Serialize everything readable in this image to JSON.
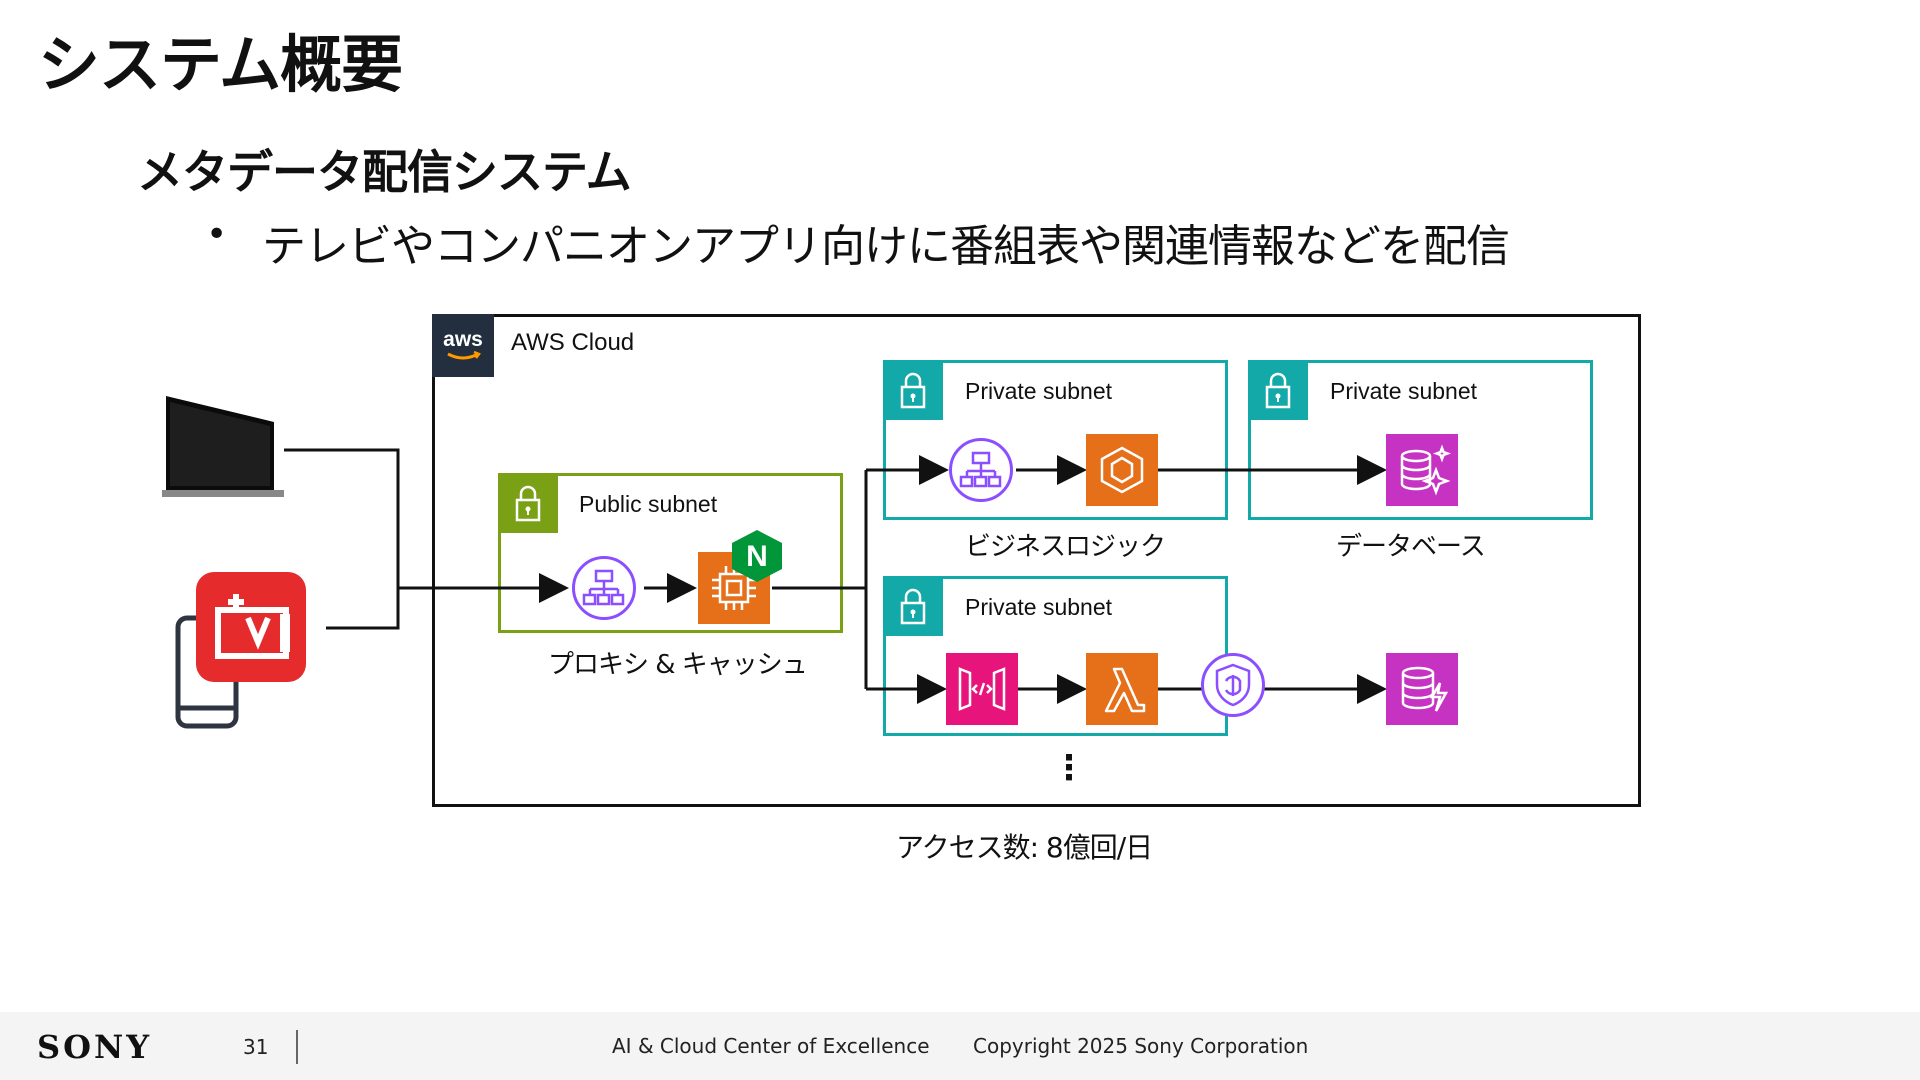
{
  "page": {
    "title": "システム概要",
    "section_title": "メタデータ配信システム",
    "bullet_symbol": "•",
    "bullet_text": "テレビやコンパニオンアプリ向けに番組表や関連情報などを配信"
  },
  "diagram": {
    "cloud_label": "AWS Cloud",
    "aws_logo_text": "aws",
    "public_subnet_label": "Public subnet",
    "private_subnet_1_label": "Private subnet",
    "private_subnet_2_label": "Private subnet",
    "private_subnet_3_label": "Private subnet",
    "proxy_caption": "プロキシ & キャッシュ",
    "business_caption": "ビジネスロジック",
    "database_caption": "データベース",
    "continuation": "⋮",
    "access_label": "アクセス数: 8億回/日",
    "nginx_letter": "N",
    "colors": {
      "private_subnet": "#14a9a9",
      "public_subnet": "#7aa116",
      "compute_orange": "#e66f1a",
      "database_magenta": "#c633c3",
      "api_pink": "#e7157b",
      "network_purple": "#8c4fff",
      "nginx_green": "#009639",
      "app_red": "#e52b2b"
    }
  },
  "footer": {
    "company_logo": "SONY",
    "page_number": "31",
    "organization": "AI & Cloud Center of Excellence",
    "copyright": "Copyright 2025 Sony Corporation"
  }
}
